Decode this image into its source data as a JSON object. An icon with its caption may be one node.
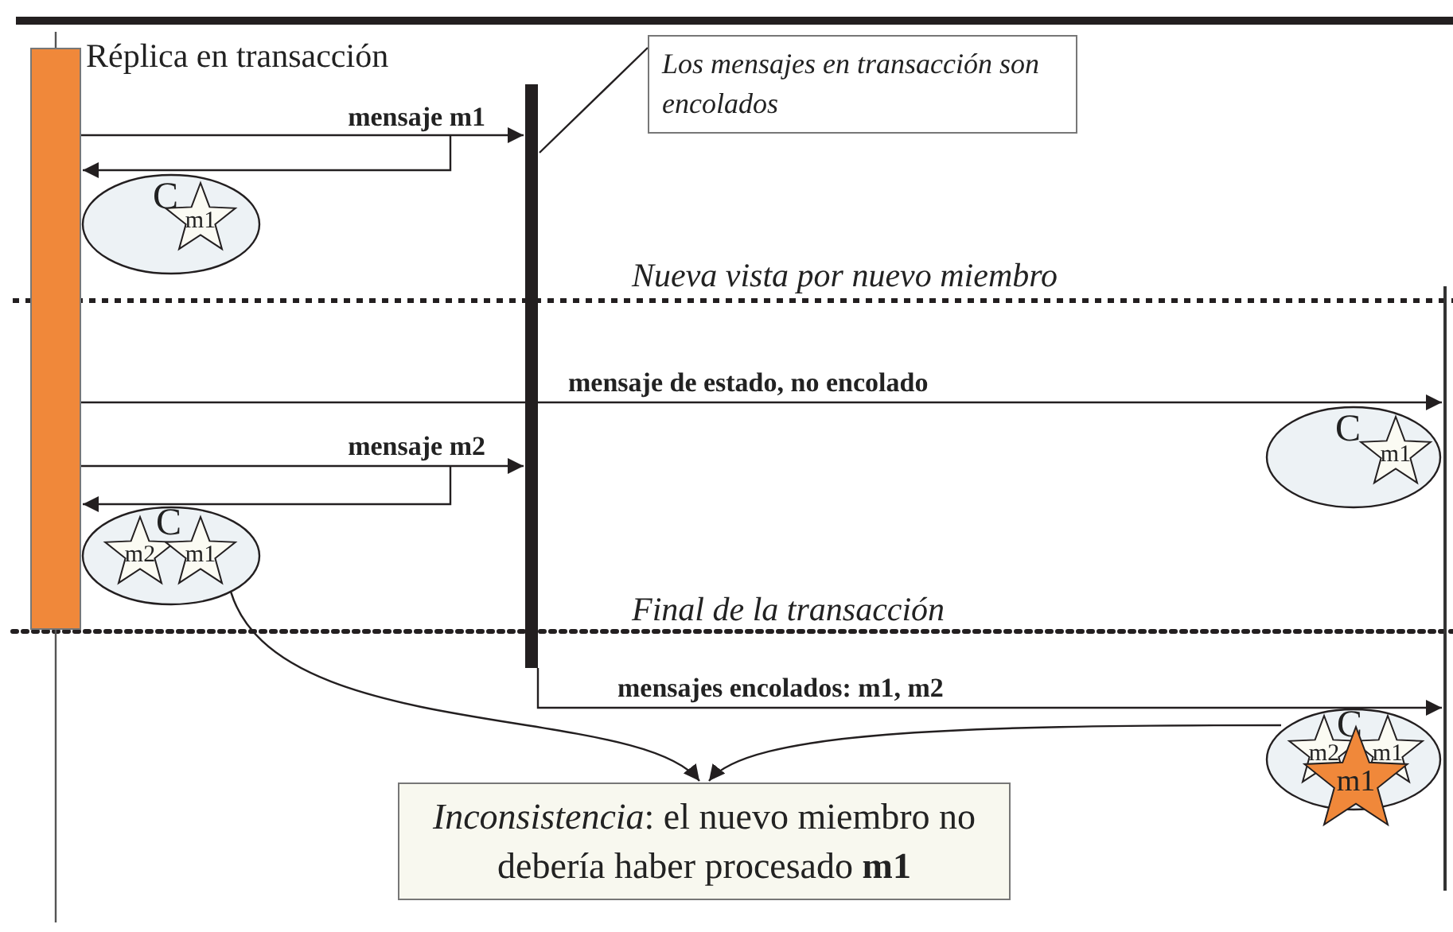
{
  "diagram": {
    "nodes": [
      {
        "text": [
          "Réplica en transacción"
        ]
      },
      {
        "text": [
          "Los mensajes en transacción son encolados"
        ]
      },
      {
        "text": [],
        "shape": "bar"
      },
      {
        "text": [
          "C"
        ]
      },
      {
        "text": [
          "m1"
        ],
        "in": 3
      },
      {
        "text": [
          "C"
        ]
      },
      {
        "text": [
          "m1"
        ],
        "in": 5
      },
      {
        "text": [
          "C"
        ]
      },
      {
        "text": [
          "m2"
        ],
        "in": 7
      },
      {
        "text": [
          "m1"
        ],
        "in": 7
      },
      {
        "text": [
          "C"
        ]
      },
      {
        "text": [
          "m2"
        ],
        "in": 10
      },
      {
        "text": [
          "m1"
        ],
        "in": 10
      },
      {
        "text": [
          "m1"
        ]
      },
      {
        "text": [
          "*Inconsistencia*: el nuevo miembro no debería haber procesado **m1**"
        ]
      },
      {
        "text": [],
        "shape": "line"
      }
    ],
    "edges": [
      {
        "from": 0,
        "to": 2,
        "arrow": "to",
        "label": "mensaje m1"
      },
      {
        "from": null,
        "to": 0,
        "arrow": "to"
      },
      {
        "from": 2,
        "to": 1,
        "arrow": "none"
      },
      {
        "from": 0,
        "to": 15,
        "arrow": "to",
        "label": "mensaje de estado, no encolado"
      },
      {
        "from": 0,
        "to": 2,
        "arrow": "to",
        "label": "mensaje m2"
      },
      {
        "from": null,
        "to": 0,
        "arrow": "to"
      },
      {
        "from": 2,
        "to": 15,
        "arrow": "to",
        "label": "mensajes encolados: m1, m2"
      },
      {
        "from": 9,
        "to": 14,
        "arrow": "to"
      },
      {
        "from": 10,
        "to": 14,
        "arrow": "to"
      }
    ],
    "labels": [
      "Nueva vista por nuevo miembro",
      "Final de la transacción"
    ]
  }
}
